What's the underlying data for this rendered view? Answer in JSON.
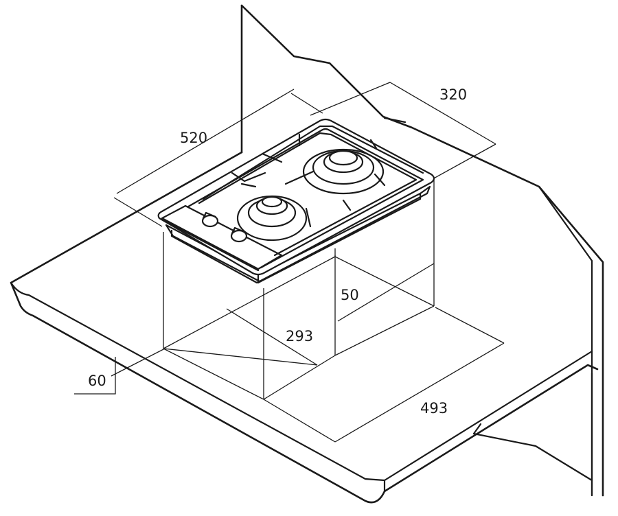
{
  "dimensions": {
    "cutout_depth": "320",
    "cutout_width": "520",
    "edge_clearance": "50",
    "inner_depth": "293",
    "inner_width": "493",
    "countertop_min": "60"
  }
}
